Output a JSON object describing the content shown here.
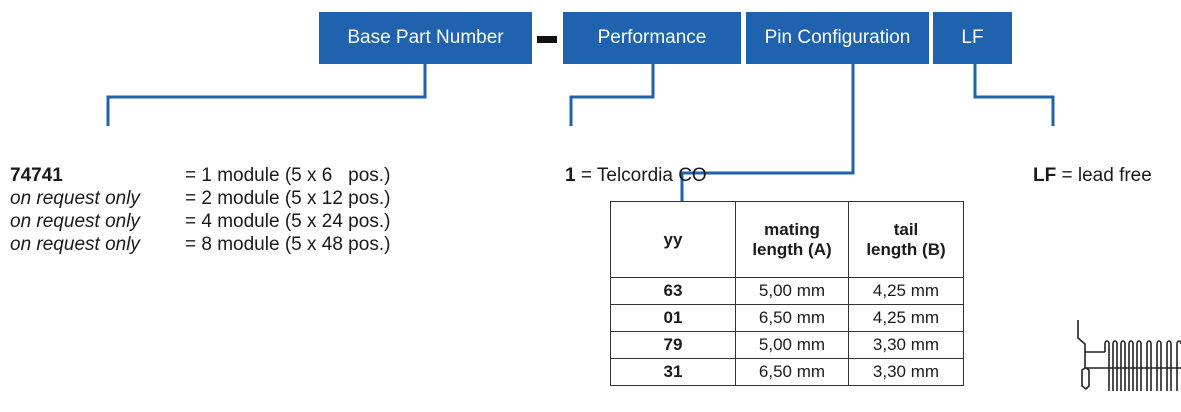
{
  "header_boxes": {
    "base_part_number": "Base Part Number",
    "performance": "Performance",
    "pin_configuration": "Pin Configuration",
    "lf": "LF"
  },
  "base_part": {
    "rows": [
      {
        "name": "74741",
        "desc": "= 1 module (5 x 6   pos.)"
      },
      {
        "name": "on request only",
        "desc": "= 2 module (5 x 12 pos.)"
      },
      {
        "name": "on request only",
        "desc": "= 4 module (5 x 24 pos.)"
      },
      {
        "name": "on request only",
        "desc": "= 8 module (5 x 48 pos.)"
      }
    ]
  },
  "performance": {
    "code": "1",
    "desc": "= Telcordia CO"
  },
  "lf_option": {
    "code": "LF",
    "desc": "= lead free"
  },
  "pin_table": {
    "headers": [
      "yy",
      "mating\nlength (A)",
      "tail\nlength (B)"
    ],
    "rows": [
      [
        "63",
        "5,00 mm",
        "4,25 mm"
      ],
      [
        "01",
        "6,50 mm",
        "4,25 mm"
      ],
      [
        "79",
        "5,00 mm",
        "3,30 mm"
      ],
      [
        "31",
        "6,50 mm",
        "3,30 mm"
      ]
    ]
  },
  "colors": {
    "accent": "#1f63ae",
    "text": "#1a1a1a"
  },
  "icons": {
    "connector": "connector-side-view-icon"
  }
}
